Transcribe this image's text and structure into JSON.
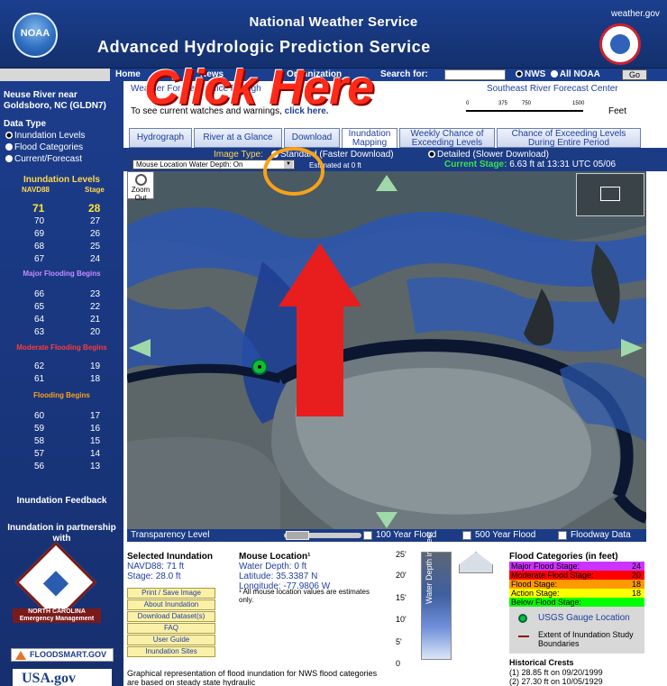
{
  "header": {
    "site_top": "weather.gov",
    "title1": "National Weather Service",
    "title2": "Advanced Hydrologic Prediction Service",
    "noaa_logo": "NOAA",
    "nav": [
      "Home",
      "News",
      "Organization"
    ],
    "search_label": "Search for:",
    "search_value": "",
    "radio_nws": "NWS",
    "radio_all": "All NOAA",
    "go": "Go"
  },
  "sidebar": {
    "location": "Neuse River near Goldsboro, NC (GLDN7)",
    "data_type_label": "Data Type",
    "data_types": [
      "Inundation Levels",
      "Flood Categories",
      "Current/Forecast"
    ],
    "inundation_title": "Inundation Levels",
    "col_navd": "NAVD88",
    "col_stage": "Stage",
    "levels_top": [
      {
        "navd": "71",
        "stage": "28"
      },
      {
        "navd": "70",
        "stage": "27"
      },
      {
        "navd": "69",
        "stage": "26"
      },
      {
        "navd": "68",
        "stage": "25"
      },
      {
        "navd": "67",
        "stage": "24"
      }
    ],
    "major_label": "Major Flooding Begins",
    "levels_major": [
      {
        "navd": "66",
        "stage": "23"
      },
      {
        "navd": "65",
        "stage": "22"
      },
      {
        "navd": "64",
        "stage": "21"
      },
      {
        "navd": "63",
        "stage": "20"
      }
    ],
    "moderate_label": "Moderate Flooding Begins",
    "levels_moderate": [
      {
        "navd": "62",
        "stage": "19"
      },
      {
        "navd": "61",
        "stage": "18"
      }
    ],
    "flooding_label": "Flooding Begins",
    "levels_flooding": [
      {
        "navd": "60",
        "stage": "17"
      },
      {
        "navd": "59",
        "stage": "16"
      },
      {
        "navd": "58",
        "stage": "15"
      },
      {
        "navd": "57",
        "stage": "14"
      },
      {
        "navd": "56",
        "stage": "13"
      }
    ],
    "feedback": "Inundation Feedback",
    "partnership": "Inundation in partnership with",
    "nc_em_line1": "NORTH CAROLINA",
    "nc_em_line2": "Emergency Management",
    "floodsmart": "FLOODSMART.GOV",
    "usagov": "USA.gov"
  },
  "content": {
    "weather_forecast_link": "Weather Forecast Office Raleigh",
    "serfc_link": "Southeast River Forecast Center",
    "to_see_text": "To see current watches and warnings,",
    "to_see_link": "click here.",
    "scale_labels": [
      "0",
      "375",
      "750",
      "1500"
    ],
    "feet_label": "Feet",
    "tabs": [
      "Hydrograph",
      "River at a Glance",
      "Download",
      "Inundation Mapping",
      "Weekly Chance of Exceeding Levels",
      "Chance of Exceeding Levels During Entire Period"
    ],
    "image_type_label": "Image Type:",
    "image_type_standard": "Standard (Faster Download)",
    "image_type_detailed": "Detailed (Slower Download)",
    "mouse_select": "Mouse Location Water Depth: On",
    "estimated": "Estimated at 0 ft",
    "current_stage_label": "Current Stage:",
    "current_stage_value": "6.63 ft at 13:31 UTC 05/06",
    "zoom_out": "Zoom Out",
    "click_here_overlay": "Click Here",
    "transparency": "Transparency Level",
    "flood_100": "100 Year Flood",
    "flood_500": "500 Year Flood",
    "floodway": "Floodway Data"
  },
  "info": {
    "selected_title": "Selected Inundation",
    "selected_navd": "NAVD88: 71 ft",
    "selected_stage": "Stage: 28.0 ft",
    "mouse_title": "Mouse Location¹",
    "water_depth": "Water Depth: 0 ft",
    "latitude": "Latitude: 35.3387 N",
    "longitude": "Longitude: -77.9806 W",
    "mouse_note": "¹ All mouse location values are estimates only.",
    "buttons": [
      "Print / Save Image",
      "About Inundation",
      "Download Dataset(s)",
      "FAQ",
      "User Guide",
      "Inundation Sites"
    ],
    "graphical_text": "Graphical representation of flood inundation for NWS flood categories are based on steady state hydraulic",
    "depth_ticks": [
      "25'",
      "20'",
      "15'",
      "10'",
      "5'",
      "0"
    ],
    "depth_axis": "Water Depth in Feet",
    "fc_title": "Flood Categories (in feet)",
    "flood_categories": [
      {
        "label": "Major Flood Stage:",
        "value": "24",
        "color": "#cc33ff"
      },
      {
        "label": "Moderate Flood Stage:",
        "value": "20",
        "color": "#ff0000"
      },
      {
        "label": "Flood Stage:",
        "value": "18",
        "color": "#ff9900"
      },
      {
        "label": "Action Stage:",
        "value": "18",
        "color": "#ffff00"
      },
      {
        "label": "Below Flood Stage:",
        "value": "",
        "color": "#00ff00"
      }
    ],
    "usgs_label": "USGS Gauge Location",
    "extent_label": "Extent of Inundation Study Boundaries",
    "hc_title": "Historical Crests",
    "crests": [
      "(1) 28.85 ft on 09/20/1999",
      "(2) 27.30 ft on 10/05/1929"
    ]
  }
}
